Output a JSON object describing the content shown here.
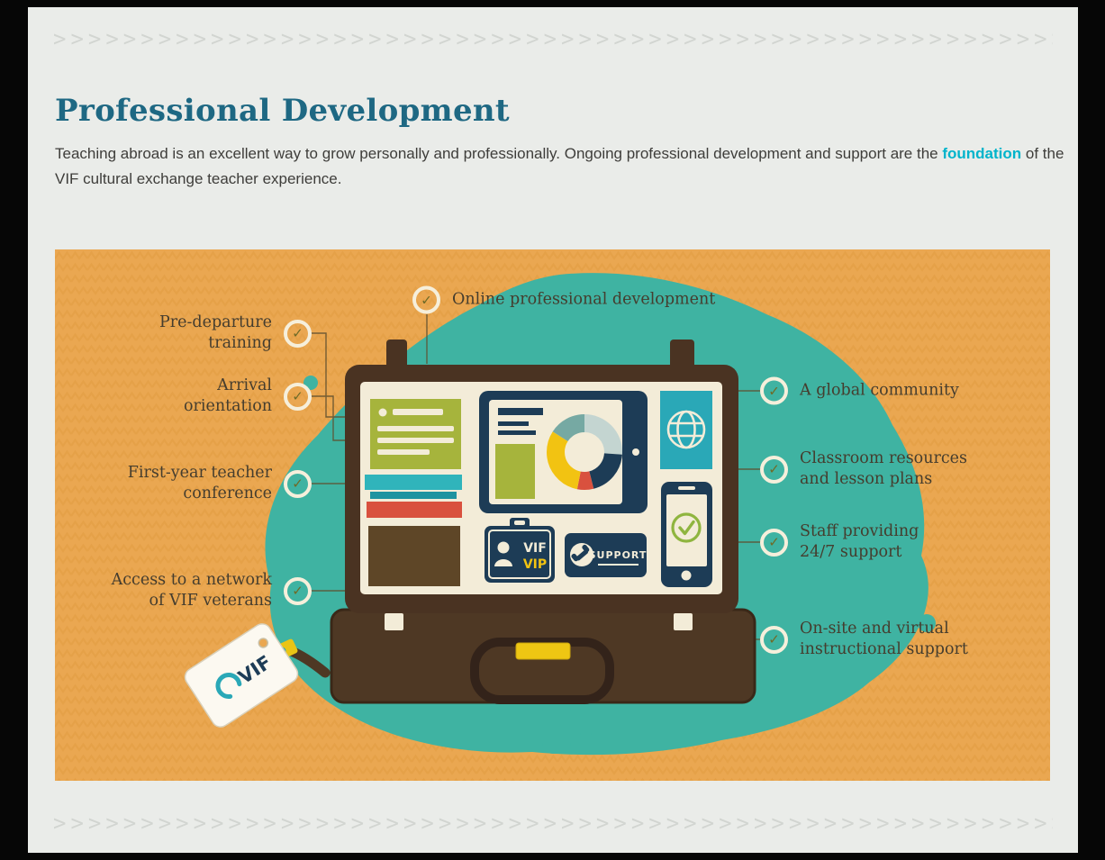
{
  "page": {
    "title": "Professional Development",
    "paragraph": {
      "before": "Teaching abroad is an excellent way to grow personally and professionally. Ongoing professional development and support are the ",
      "highlight": "foundation",
      "after": " of the VIF cultural exchange teacher experience."
    }
  },
  "callouts": {
    "top": "Online professional development",
    "left": [
      "Pre-departure\ntraining",
      "Arrival\norientation",
      "First-year teacher\nconference",
      "Access to a network\nof VIF veterans"
    ],
    "right": [
      "A global community",
      "Classroom resources\nand lesson plans",
      "Staff providing\n24/7 support",
      "On-site and virtual\ninstructional support"
    ]
  },
  "illustration": {
    "badge_vif": "VIF",
    "badge_vip": "VIP",
    "support_label": "SUPPORT",
    "tag_label": "VIF"
  },
  "icons": {
    "check": "✓"
  },
  "decor": {
    "chevron": ">",
    "count": 58
  },
  "colors": {
    "highlight": "#00b4cb",
    "title": "#1e6883",
    "panel_orange": "#eaa751",
    "blob_teal": "#3fb3a2",
    "suitcase_brown": "#4a3322",
    "cream": "#f3ecd8",
    "navy": "#1d3c56",
    "yellow": "#f2c312",
    "red": "#d9513e",
    "green": "#a6b43c"
  }
}
